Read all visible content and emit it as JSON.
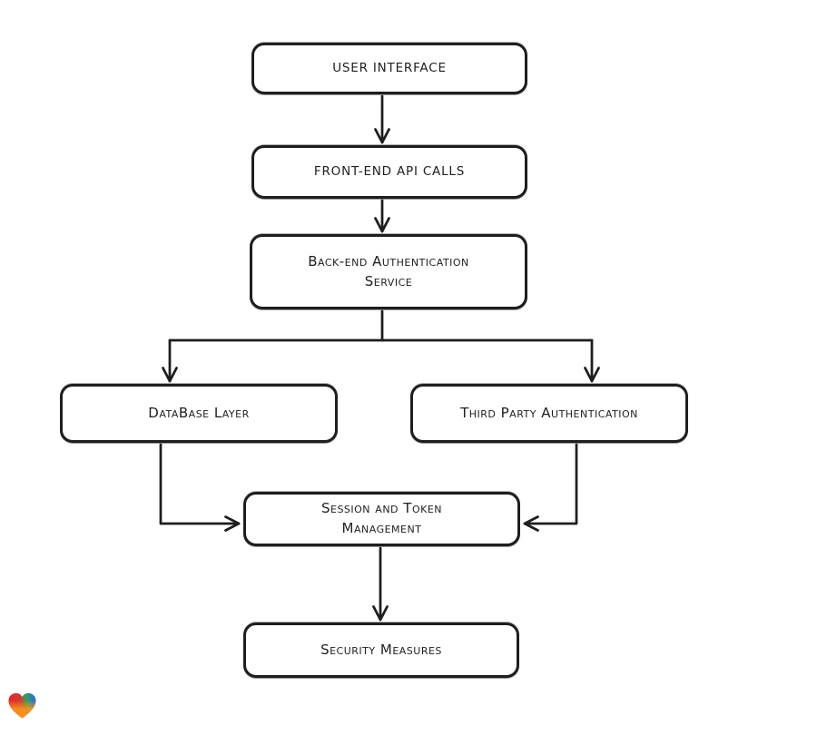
{
  "app": {
    "background": "#ffffff"
  },
  "diagram": {
    "type": "flowchart",
    "nodes": [
      {
        "id": "user-interface",
        "label": "USER INTERFACE"
      },
      {
        "id": "front-end-api-calls",
        "label": "FRONT-END API CALLS"
      },
      {
        "id": "back-end-authentication-service",
        "label": "Back-end Authentication\nService"
      },
      {
        "id": "database-layer",
        "label": "DataBase Layer"
      },
      {
        "id": "third-party-authentication",
        "label": "Third Party Authentication"
      },
      {
        "id": "session-and-token-management",
        "label": "Session and Token\nManagement"
      },
      {
        "id": "security-measures",
        "label": "Security Measures"
      }
    ],
    "edges": [
      {
        "from": "user-interface",
        "to": "front-end-api-calls"
      },
      {
        "from": "front-end-api-calls",
        "to": "back-end-authentication-service"
      },
      {
        "from": "back-end-authentication-service",
        "to": "database-layer"
      },
      {
        "from": "back-end-authentication-service",
        "to": "third-party-authentication"
      },
      {
        "from": "database-layer",
        "to": "session-and-token-management"
      },
      {
        "from": "third-party-authentication",
        "to": "session-and-token-management"
      },
      {
        "from": "session-and-token-management",
        "to": "security-measures"
      }
    ],
    "style": {
      "stroke": "#1e1e1e",
      "node_fill": "#ffffff",
      "text_color": "#1e1e1e"
    }
  },
  "logo": {
    "name": "heart-logo",
    "colors": {
      "red": "#e42728",
      "green": "#2fa254",
      "blue": "#2f74d0",
      "orange": "#f7941d"
    }
  }
}
